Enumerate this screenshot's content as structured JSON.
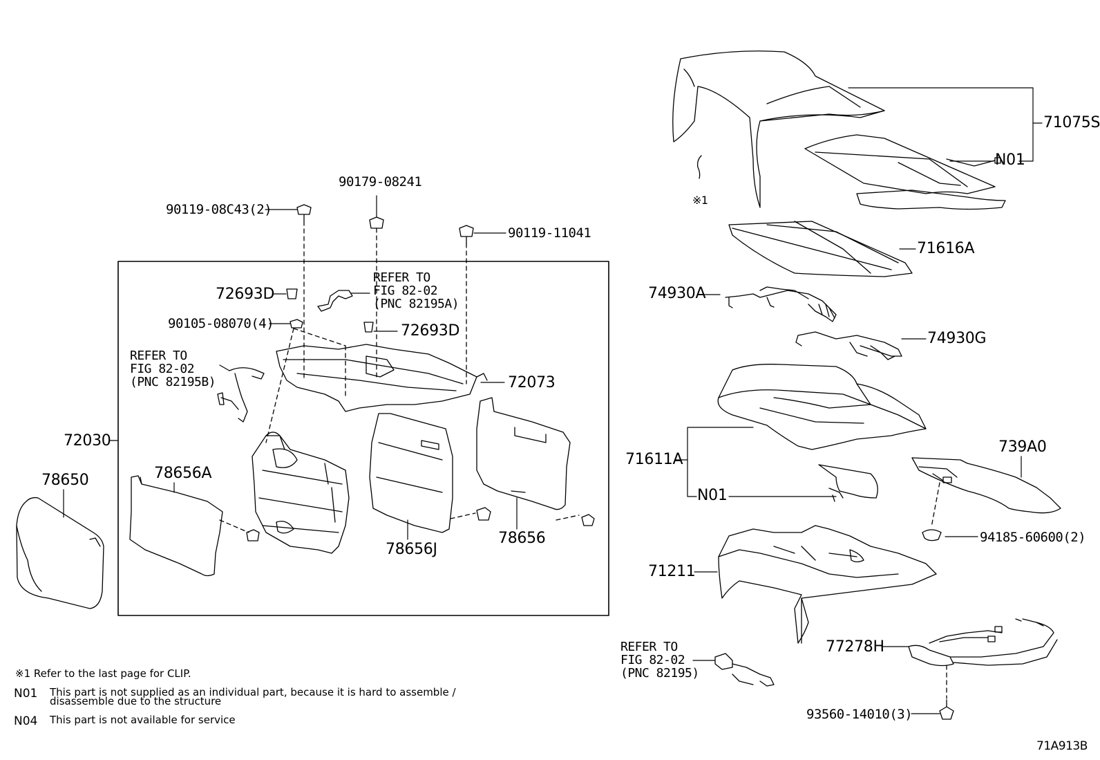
{
  "parts": {
    "p71075S": "71075S",
    "n01_top": "N01",
    "clip_mark": "※1",
    "p71616A": "71616A",
    "p74930A": "74930A",
    "p74930G": "74930G",
    "p71611A": "71611A",
    "n01_mid": "N01",
    "p739A0": "739A0",
    "p94185": "94185-60600(2)",
    "p71211": "71211",
    "p77278H": "77278H",
    "p93560": "93560-14010(3)",
    "p90119_08C43": "90119-08C43(2)",
    "p90179": "90179-08241",
    "p90119_11041": "90119-11041",
    "p72693D_a": "72693D",
    "p72693D_b": "72693D",
    "p90105": "90105-08070(4)",
    "p72073": "72073",
    "p72030": "72030",
    "p78650": "78650",
    "p78656A": "78656A",
    "p78656J": "78656J",
    "p78656": "78656"
  },
  "references": {
    "ref_a": "REFER TO\nFIG 82-02\n(PNC 82195A)",
    "ref_b": "REFER TO\nFIG 82-02\n(PNC 82195B)",
    "ref_c": "REFER TO\nFIG 82-02\n(PNC 82195)"
  },
  "notes": [
    {
      "code": "",
      "text": "※1 Refer to the last page for CLIP."
    },
    {
      "code": "N01",
      "text": "This part is not supplied as an individual part, because it is hard to assemble /\ndisassemble due to the structure"
    },
    {
      "code": "N04",
      "text": "This part is not available for service"
    }
  ],
  "figure_id": "71A913B"
}
